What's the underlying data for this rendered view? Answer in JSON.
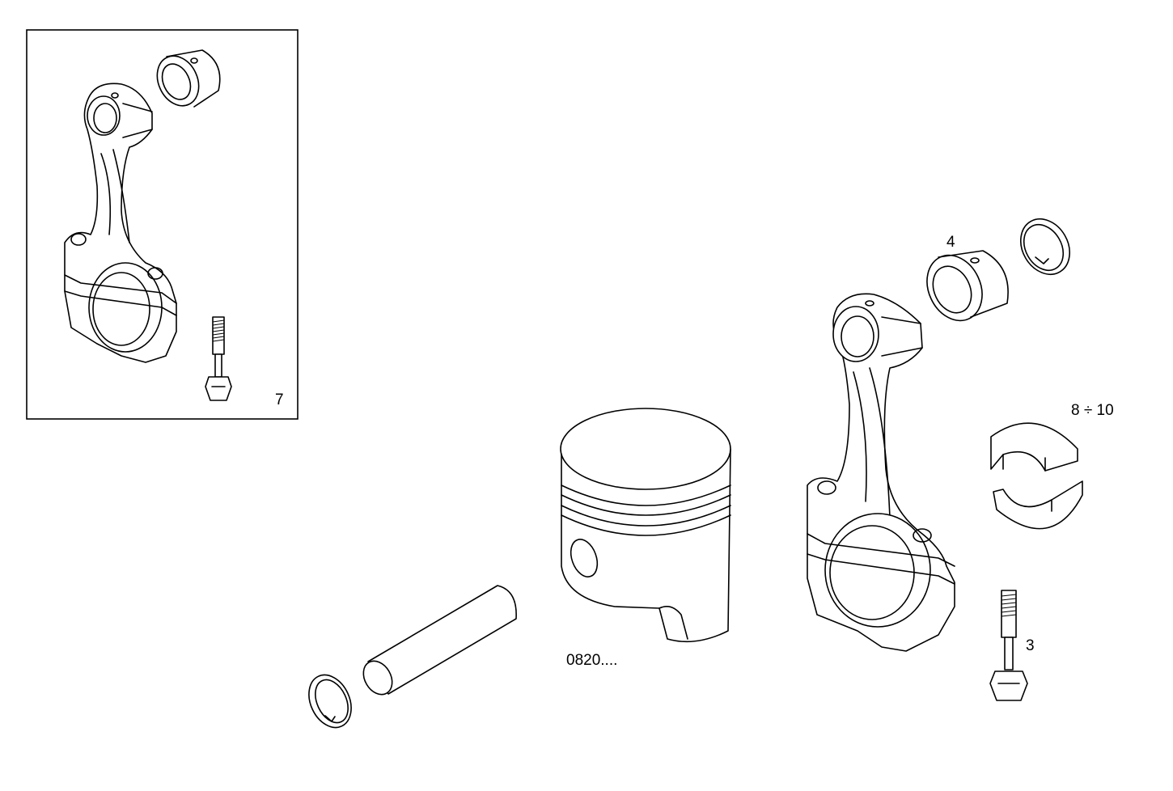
{
  "diagram": {
    "type": "exploded-parts-view",
    "inset_box": {
      "label": "7",
      "contents": [
        "connecting-rod-assembly",
        "small-end-bushing",
        "connecting-rod-bolt"
      ]
    },
    "callouts": [
      {
        "id": "4",
        "label": "4",
        "part": "small-end-bushing"
      },
      {
        "id": "8-10",
        "label": "8 ÷ 10",
        "part": "big-end-bearing-shells"
      },
      {
        "id": "3",
        "label": "3",
        "part": "connecting-rod-bolt"
      },
      {
        "id": "piston",
        "label": "0820....",
        "part": "piston"
      }
    ],
    "unlabeled_parts": [
      "piston-pin",
      "circlip-left",
      "circlip-right",
      "connecting-rod"
    ]
  }
}
